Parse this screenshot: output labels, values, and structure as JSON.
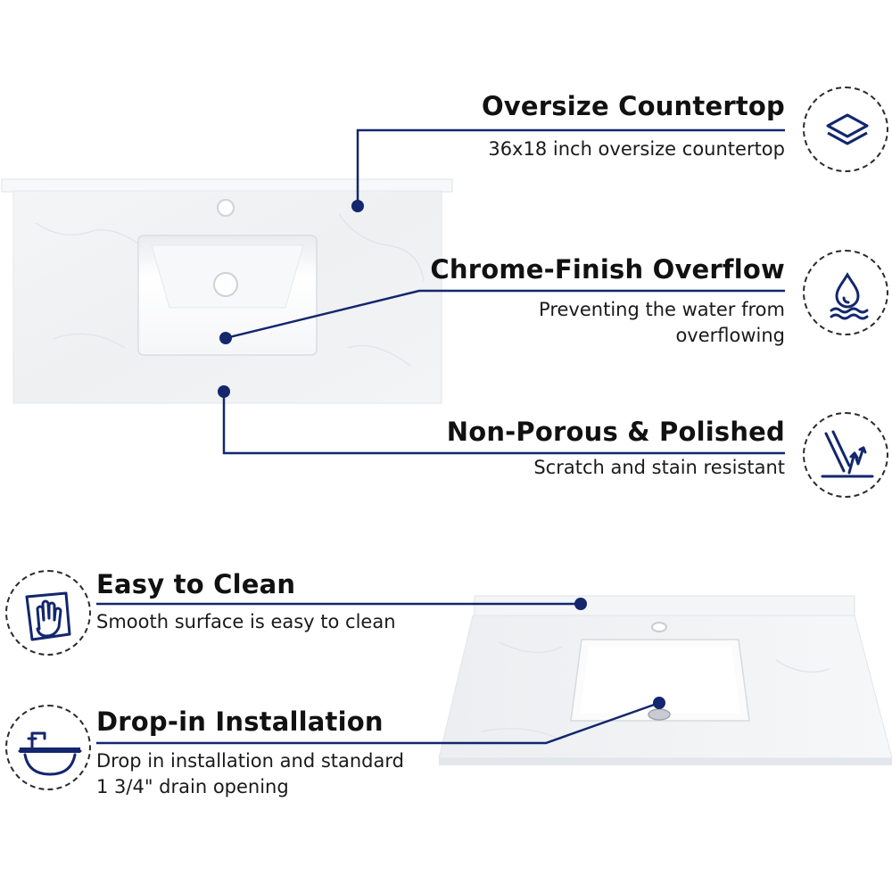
{
  "colors": {
    "accent": "#13266e",
    "text": "#111111",
    "stone": "#f1f2f4",
    "basin": "#fbfbfc"
  },
  "features": [
    {
      "title": "Oversize Countertop",
      "desc": [
        "36x18 inch oversize countertop"
      ],
      "icon": "layers-icon"
    },
    {
      "title": "Chrome-Finish Overflow",
      "desc": [
        "Preventing the water from",
        "overflowing"
      ],
      "icon": "water-drop-icon"
    },
    {
      "title": "Non-Porous & Polished",
      "desc": [
        "Scratch and stain resistant"
      ],
      "icon": "polished-surface-icon"
    },
    {
      "title": "Easy to Clean",
      "desc": [
        "Smooth surface is easy to clean"
      ],
      "icon": "hand-wiping-icon"
    },
    {
      "title": "Drop-in Installation",
      "desc": [
        "Drop in installation and standard",
        "1 3/4\" drain opening"
      ],
      "icon": "sink-faucet-icon"
    }
  ]
}
